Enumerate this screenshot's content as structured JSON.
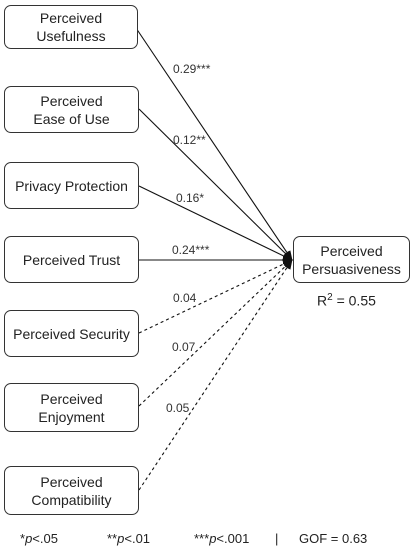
{
  "nodes": {
    "usefulness": "Perceived\nUsefulness",
    "ease_of_use": "Perceived\nEase of Use",
    "privacy": "Privacy Protection",
    "trust": "Perceived Trust",
    "security": "Perceived Security",
    "enjoyment": "Perceived\nEnjoyment",
    "compatibility": "Perceived\nCompatibility",
    "target": "Perceived\nPersuasiveness"
  },
  "coefficients": {
    "usefulness": "0.29***",
    "ease_of_use": "0.12**",
    "privacy": "0.16*",
    "trust": "0.24***",
    "security": "0.04",
    "enjoyment": "0.07",
    "compatibility": "0.05"
  },
  "r_squared": {
    "label": "R",
    "exponent": "2",
    "value": " = 0.55"
  },
  "footer": {
    "p05_stars": "*",
    "p05_p": "p",
    "p05_val": "<.05",
    "p01_stars": "**",
    "p01_p": "p",
    "p01_val": "<.01",
    "p001_stars": "***",
    "p001_p": "p",
    "p001_val": "<.001",
    "separator": "|",
    "gof": "GOF = 0.63"
  },
  "edge_styles": {
    "usefulness": "solid",
    "ease_of_use": "solid",
    "privacy": "solid",
    "trust": "solid",
    "security": "dashed",
    "enjoyment": "dashed",
    "compatibility": "dashed"
  }
}
